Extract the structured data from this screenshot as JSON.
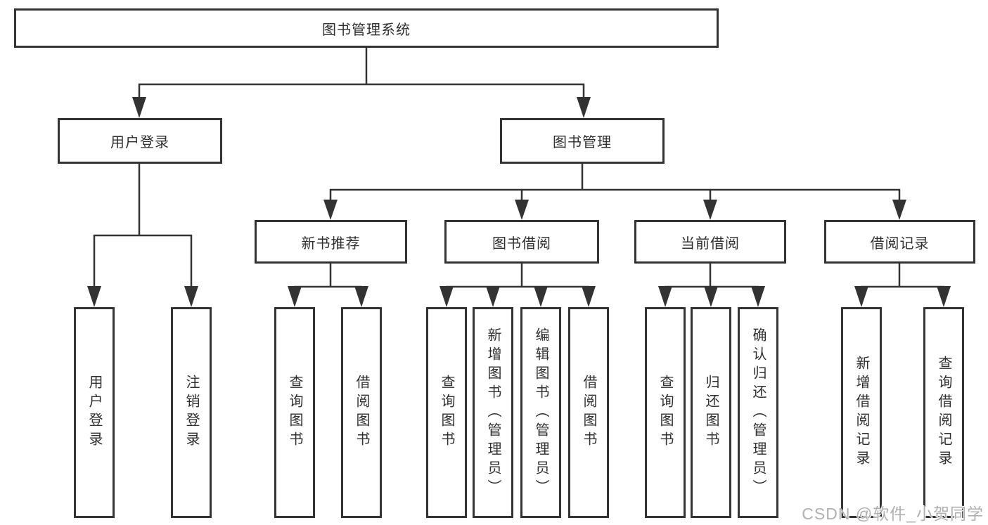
{
  "tree": {
    "root": {
      "label": "图书管理系统"
    },
    "level1": [
      {
        "label": "用户登录",
        "children": [
          {
            "label": "用户登录"
          },
          {
            "label": "注销登录"
          }
        ]
      },
      {
        "label": "图书管理",
        "children": [
          {
            "label": "新书推荐",
            "children": [
              {
                "label": "查询图书"
              },
              {
                "label": "借阅图书"
              }
            ]
          },
          {
            "label": "图书借阅",
            "children": [
              {
                "label": "查询图书"
              },
              {
                "label": "新增图书（管理员）"
              },
              {
                "label": "编辑图书（管理员）"
              },
              {
                "label": "借阅图书"
              }
            ]
          },
          {
            "label": "当前借阅",
            "children": [
              {
                "label": "查询图书"
              },
              {
                "label": "归还图书"
              },
              {
                "label": "确认归还（管理员）"
              }
            ]
          },
          {
            "label": "借阅记录",
            "children": [
              {
                "label": "新增借阅记录"
              },
              {
                "label": "查询借阅记录"
              }
            ]
          }
        ]
      }
    ]
  },
  "watermark": "CSDN @软件_小贺同学",
  "colors": {
    "line": "#333333",
    "box_border": "#333333",
    "text": "#2f2f2f",
    "background": "#ffffff",
    "watermark": "#b0b0b0"
  }
}
